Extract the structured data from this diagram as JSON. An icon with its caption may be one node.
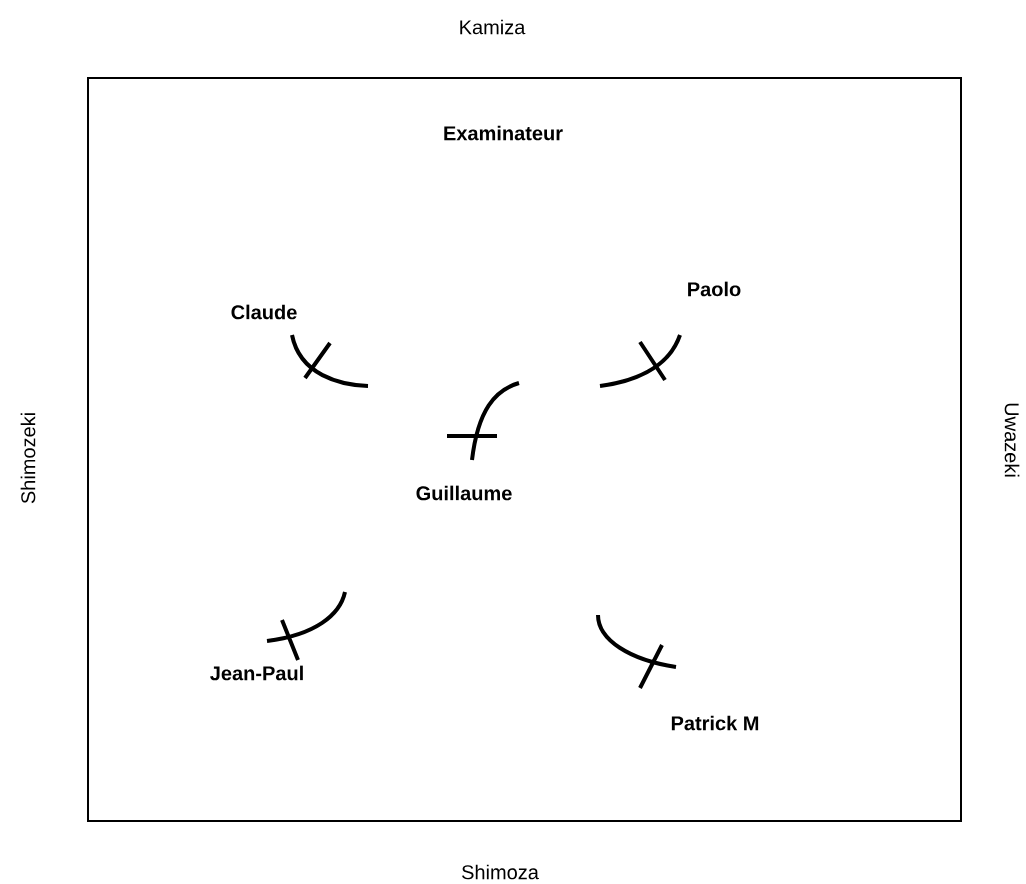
{
  "diagram": {
    "title": "Kamiza",
    "labels": [
      "Examinateur",
      "Claude",
      "Paolo",
      "Shimozeki",
      "Uwazeki",
      "Guillaume",
      "Jean-Paul",
      "Patrick M",
      "Shimoza"
    ]
  }
}
